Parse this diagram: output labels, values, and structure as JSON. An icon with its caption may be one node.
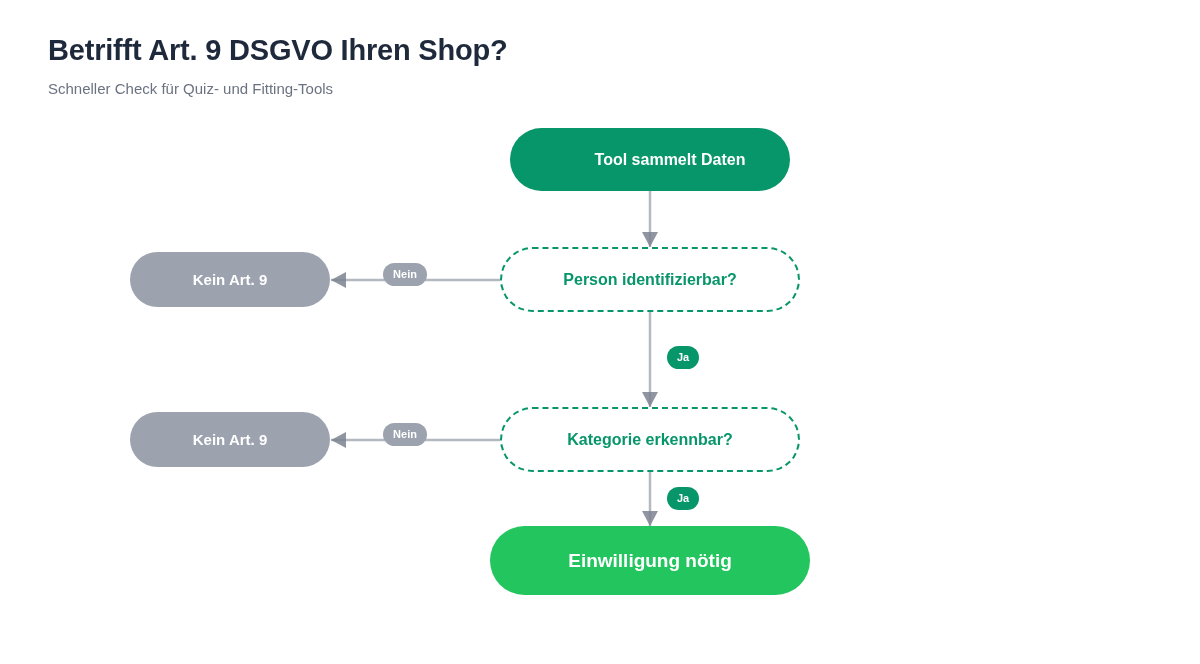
{
  "diagram": {
    "title": "Betrifft Art. 9 DSGVO Ihren Shop?",
    "caption": "Schneller Check für Quiz- und Fitting-Tools",
    "nodes": [
      {
        "text": [
          "Tool sammelt Daten"
        ]
      },
      {
        "text": [
          "Person identifizierbar?"
        ]
      },
      {
        "text": [
          "Kein Art. 9"
        ]
      },
      {
        "text": [
          "Kategorie erkennbar?"
        ]
      },
      {
        "text": [
          "Kein Art. 9"
        ]
      },
      {
        "text": [
          "Einwilligung nötig"
        ]
      }
    ],
    "edges": [
      {
        "from": 0,
        "to": 1,
        "arrow": "to"
      },
      {
        "from": 1,
        "to": 2,
        "arrow": "to",
        "label": "Nein"
      },
      {
        "from": 1,
        "to": 3,
        "arrow": "to",
        "label": "Ja"
      },
      {
        "from": 3,
        "to": 4,
        "arrow": "to",
        "label": "Nein"
      },
      {
        "from": 3,
        "to": 5,
        "arrow": "to",
        "label": "Ja"
      }
    ]
  }
}
